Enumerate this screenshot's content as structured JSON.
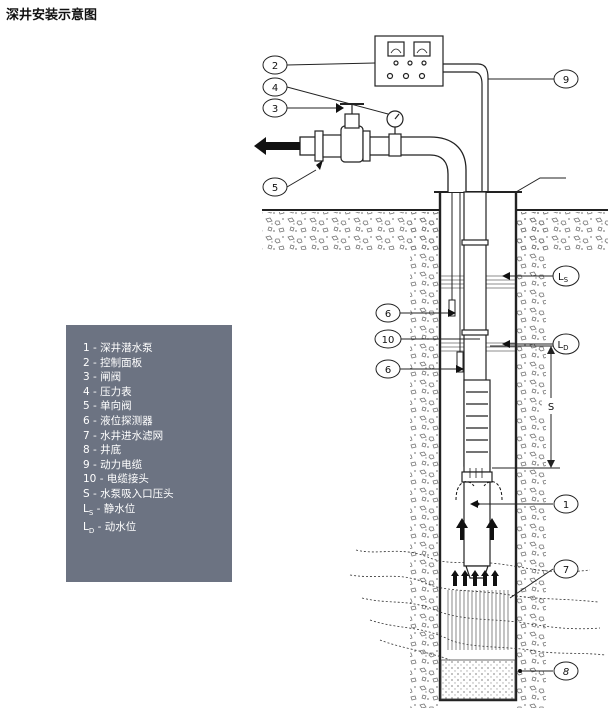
{
  "title": "深井安装示意图",
  "legend": {
    "items": [
      {
        "key": "1",
        "sub": "",
        "text": "深井潜水泵"
      },
      {
        "key": "2",
        "sub": "",
        "text": "控制面板"
      },
      {
        "key": "3",
        "sub": "",
        "text": "闸阀"
      },
      {
        "key": "4",
        "sub": "",
        "text": "压力表"
      },
      {
        "key": "5",
        "sub": "",
        "text": "单向阀"
      },
      {
        "key": "6",
        "sub": "",
        "text": "液位探测器"
      },
      {
        "key": "7",
        "sub": "",
        "text": "水井进水滤网"
      },
      {
        "key": "8",
        "sub": "",
        "text": "井底"
      },
      {
        "key": "9",
        "sub": "",
        "text": "动力电缆"
      },
      {
        "key": "10",
        "sub": "",
        "text": "电缆接头"
      },
      {
        "key": "S",
        "sub": "",
        "text": "水泵吸入口压头"
      },
      {
        "key": "L",
        "sub": "S",
        "text": "静水位"
      },
      {
        "key": "L",
        "sub": "D",
        "text": "动水位"
      }
    ]
  },
  "callouts": {
    "c1": "1",
    "c2": "2",
    "c3": "3",
    "c4": "4",
    "c5": "5",
    "c6a": "6",
    "c6b": "6",
    "c7": "7",
    "c8": "8",
    "c9": "9",
    "c10": "10",
    "ls_main": "L",
    "ls_sub": "S",
    "ld_main": "L",
    "ld_sub": "D",
    "s_label": "S"
  },
  "colors": {
    "legend_bg": "#6c7382",
    "line": "#222222"
  }
}
